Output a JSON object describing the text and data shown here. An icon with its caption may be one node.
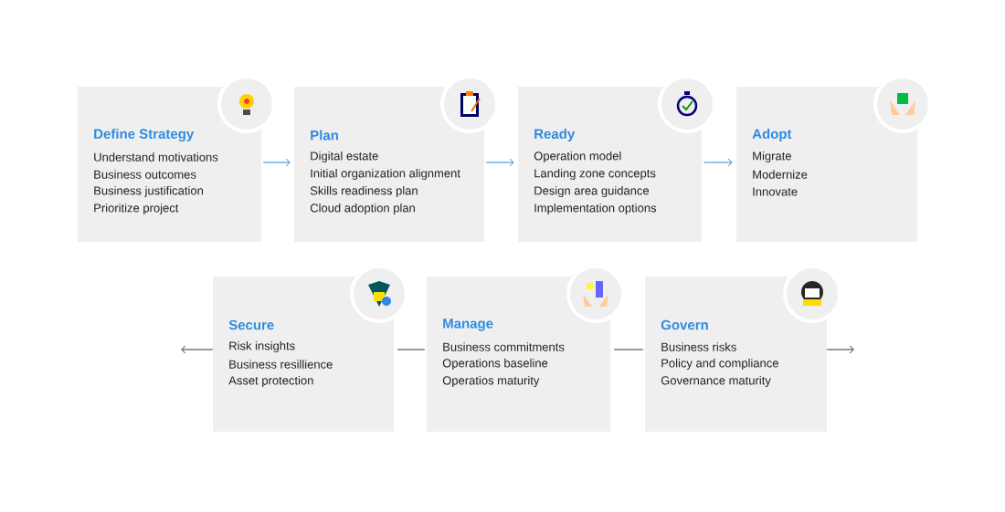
{
  "diagram": {
    "nodes": [
      {
        "text": [
          "Define Strategy",
          "Understand motivations",
          "Business outcomes",
          "Business justification",
          "Prioritize project"
        ]
      },
      {
        "text": [
          "Plan",
          "Digital estate",
          "Initial organization alignment",
          "Skills readiness plan",
          "Cloud adoption plan"
        ]
      },
      {
        "text": [
          "Ready",
          "Operation model",
          "Landing zone concepts",
          "Design area guidance",
          "Implementation options"
        ]
      },
      {
        "text": [
          "Adopt",
          "Migrate",
          "Modernize",
          "Innovate"
        ]
      },
      {
        "text": [
          "Secure",
          "Risk insights",
          "Business resillience",
          "Asset protection"
        ]
      },
      {
        "text": [
          "Manage",
          "Business commitments",
          "Operations baseline",
          "Operatios maturity"
        ]
      },
      {
        "text": [
          "Govern",
          "Business risks",
          "Policy and compliance",
          "Governance maturity"
        ]
      }
    ],
    "edges": [
      {
        "from": 0,
        "to": 1,
        "arrow": "to",
        "color": "#2a8ad8"
      },
      {
        "from": 1,
        "to": 2,
        "arrow": "to",
        "color": "#2a8ad8"
      },
      {
        "from": 2,
        "to": 3,
        "arrow": "to",
        "color": "#2a8ad8"
      },
      {
        "from": 4,
        "to": null,
        "arrow": "to"
      },
      {
        "from": 5,
        "to": 4,
        "arrow": "none"
      },
      {
        "from": 6,
        "to": 5,
        "arrow": "none"
      },
      {
        "from": 6,
        "to": null,
        "arrow": "to"
      }
    ]
  }
}
